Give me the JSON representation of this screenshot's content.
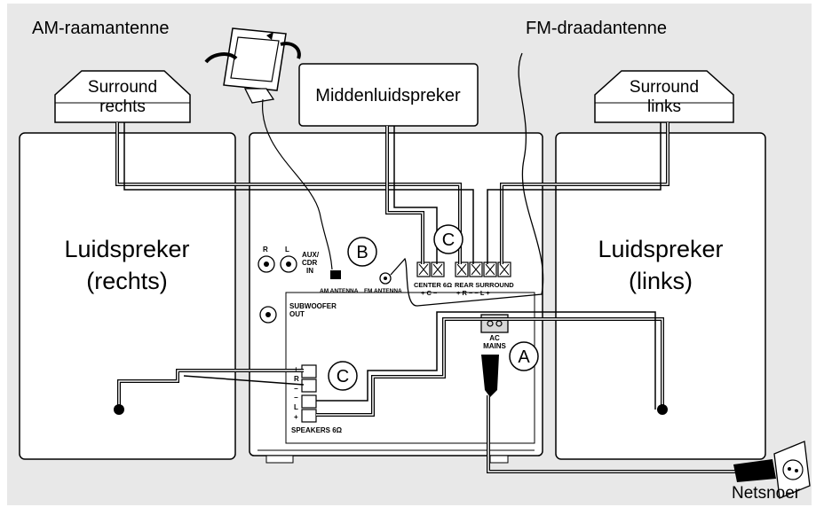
{
  "labels": {
    "am_antenna": "AM-raamantenne",
    "fm_antenna": "FM-draadantenne",
    "surround_right_1": "Surround",
    "surround_right_2": "rechts",
    "center_speaker": "Middenluidspreker",
    "surround_left_1": "Surround",
    "surround_left_2": "links",
    "speaker_right_1": "Luidspreker",
    "speaker_right_2": "(rechts)",
    "speaker_left_1": "Luidspreker",
    "speaker_left_2": "(links)",
    "power_cord": "Netsnoer"
  },
  "panel": {
    "aux_r": "R",
    "aux_l": "L",
    "aux_1": "AUX/",
    "aux_2": "CDR",
    "aux_3": "IN",
    "am_antenna": "AM ANTENNA",
    "fm_antenna": "FM ANTENNA",
    "center_label": "CENTER 6Ω",
    "center_pol": "+ C −",
    "rear_label": "REAR SURROUND",
    "rear_pol": "+ R −   − L +",
    "subwoofer_1": "SUBWOOFER",
    "subwoofer_2": "OUT",
    "ac_1": "AC",
    "ac_2": "MAINS",
    "speakers": "SPEAKERS 6Ω",
    "sp_plus_top": "+",
    "sp_r": "R",
    "sp_minus_top": "−",
    "sp_minus_bottom": "−",
    "sp_l": "L",
    "sp_plus_bottom": "+"
  },
  "markers": {
    "a": "A",
    "b": "B",
    "c_top": "C",
    "c_bottom": "C"
  },
  "colors": {
    "background": "#e8e8e8",
    "panel": "#ffffff",
    "line": "#000000"
  }
}
